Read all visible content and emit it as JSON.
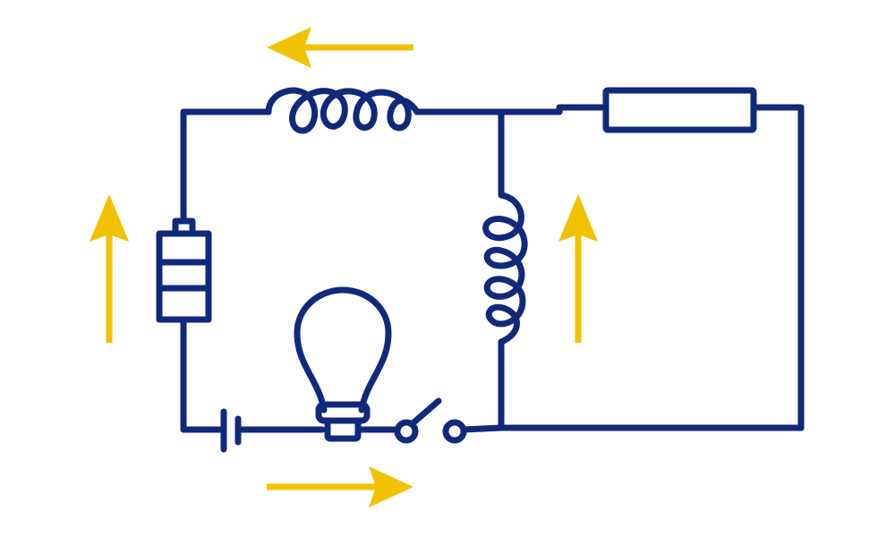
{
  "colors": {
    "circuit": "#10297a",
    "arrow": "#f2c200",
    "background": "#ffffff"
  },
  "components": [
    {
      "name": "battery",
      "icon": "battery-icon"
    },
    {
      "name": "top-inductor",
      "icon": "inductor-icon"
    },
    {
      "name": "right-inductor",
      "icon": "inductor-icon"
    },
    {
      "name": "resistor",
      "icon": "resistor-icon"
    },
    {
      "name": "cell",
      "icon": "cell-icon"
    },
    {
      "name": "light-bulb",
      "icon": "light-bulb-icon"
    },
    {
      "name": "switch",
      "icon": "switch-icon",
      "state": "open"
    }
  ],
  "current_arrows": [
    {
      "name": "top",
      "direction": "left"
    },
    {
      "name": "bottom",
      "direction": "right"
    },
    {
      "name": "left",
      "direction": "up"
    },
    {
      "name": "middle",
      "direction": "up"
    }
  ]
}
